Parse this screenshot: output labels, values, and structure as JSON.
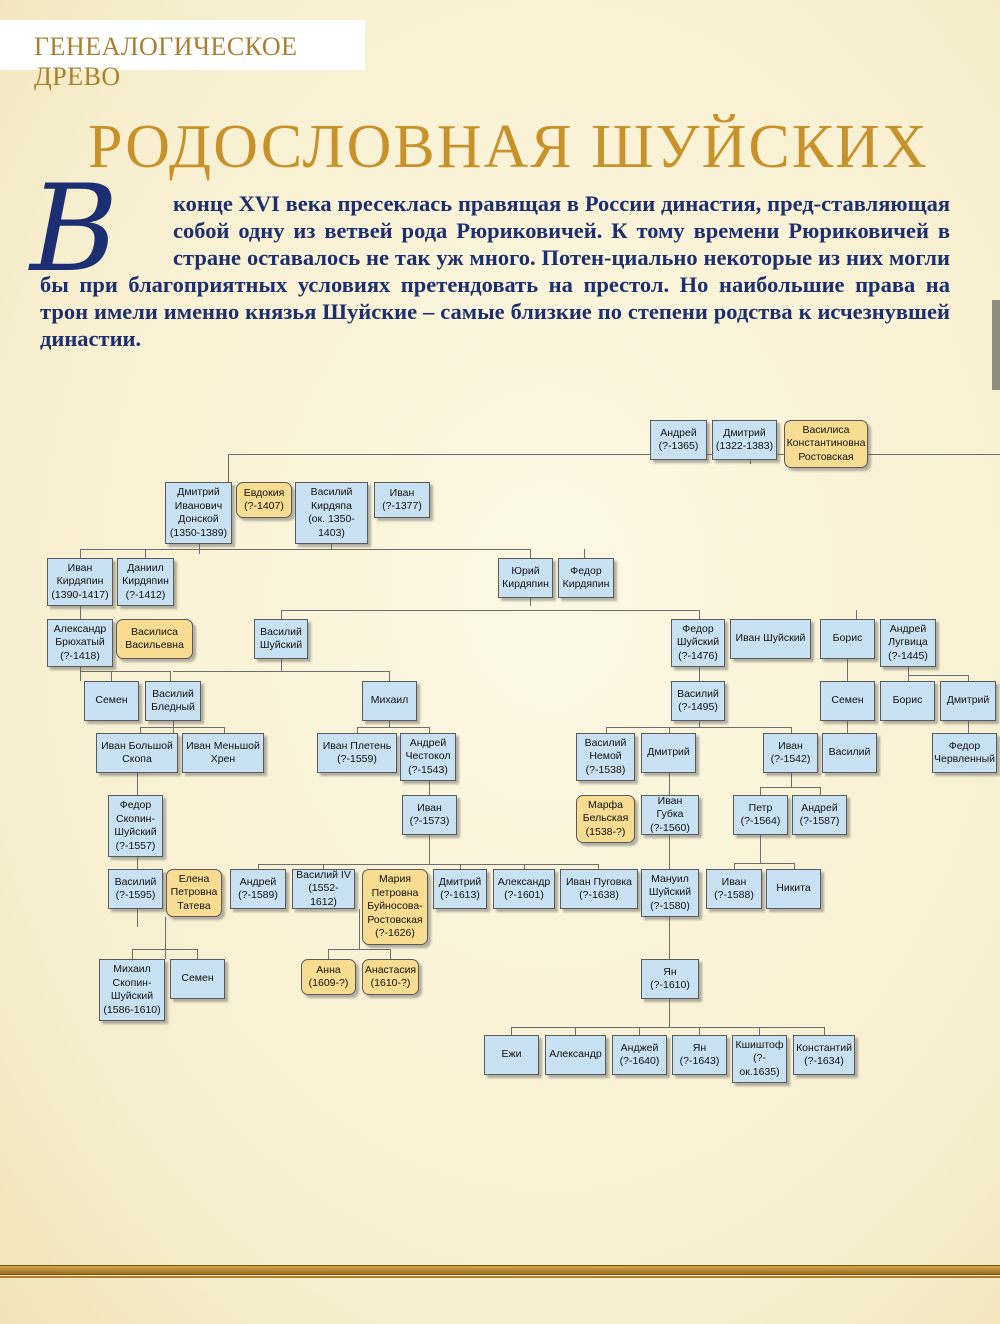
{
  "header": {
    "section": "ГЕНЕАЛОГИЧЕСКОЕ ДРЕВО"
  },
  "title": "РОДОСЛОВНАЯ ШУЙСКИХ",
  "intro": {
    "drop_cap": "В",
    "text": "конце XVI века пресеклась правящая в России династия, пред-ставляющая собой одну из ветвей рода Рюриковичей. К тому времени Рюриковичей в стране оставалось не так уж много. Потен-циально некоторые из них могли бы при благоприятных условиях претендовать на престол. Но наибольшие права на трон имели именно князья Шуйские – самые близкие по степени родства к исчезнувшей династии."
  },
  "colors": {
    "male": "#c9e2f3",
    "female": "#f7dc92",
    "title": "#c8922b",
    "text": "#1d2f6e"
  },
  "tree": {
    "nodes": [
      {
        "id": "andrey1",
        "text": "Андрей\n(?-1365)",
        "sex": "m"
      },
      {
        "id": "dmitry1",
        "text": "Дмитрий\n(1322-1383)",
        "sex": "m"
      },
      {
        "id": "vasilisa_k",
        "text": "Василиса\nКонстантиновна\nРостовская",
        "sex": "f"
      },
      {
        "id": "dmitry_donskoy",
        "text": "Дмитрий\nИванович\nДонской\n(1350-1389)",
        "sex": "m"
      },
      {
        "id": "evdokia",
        "text": "Евдокия\n(?-1407)",
        "sex": "f"
      },
      {
        "id": "vasily_kirdyapa",
        "text": "Василий\nКирдяпа\n(ок. 1350-\n1403)",
        "sex": "m"
      },
      {
        "id": "ivan1377",
        "text": "Иван\n(?-1377)",
        "sex": "m"
      },
      {
        "id": "ivan_kird",
        "text": "Иван\nКирдяпин\n(1390-1417)",
        "sex": "m"
      },
      {
        "id": "daniil_kird",
        "text": "Даниил\nКирдяпин\n(?-1412)",
        "sex": "m"
      },
      {
        "id": "yury_kird",
        "text": "Юрий\nКирдяпин",
        "sex": "m"
      },
      {
        "id": "fedor_kird",
        "text": "Федор\nКирдяпин",
        "sex": "m"
      },
      {
        "id": "alex_bryuh",
        "text": "Александр\nБрюхатый\n(?-1418)",
        "sex": "m"
      },
      {
        "id": "vasilisa_v",
        "text": "Василиса\nВасильевна",
        "sex": "f"
      },
      {
        "id": "vasily_shuy",
        "text": "Василий\nШуйский",
        "sex": "m"
      },
      {
        "id": "fedor_shuy",
        "text": "Федор\nШуйский\n(?-1476)",
        "sex": "m"
      },
      {
        "id": "ivan_shuy",
        "text": "Иван Шуйский",
        "sex": "m"
      },
      {
        "id": "boris1",
        "text": "Борис",
        "sex": "m"
      },
      {
        "id": "andrey_lugv",
        "text": "Андрей\nЛугвица\n(?-1445)",
        "sex": "m"
      },
      {
        "id": "semen1",
        "text": "Семен",
        "sex": "m"
      },
      {
        "id": "vasily_bled",
        "text": "Василий\nБледный",
        "sex": "m"
      },
      {
        "id": "mikhail1",
        "text": "Михаил",
        "sex": "m"
      },
      {
        "id": "vasily1495",
        "text": "Василий\n(?-1495)",
        "sex": "m"
      },
      {
        "id": "semen2",
        "text": "Семен",
        "sex": "m"
      },
      {
        "id": "boris2",
        "text": "Борис",
        "sex": "m"
      },
      {
        "id": "dmitry2",
        "text": "Дмитрий",
        "sex": "m"
      },
      {
        "id": "ivan_bolsh",
        "text": "Иван Большой\nСкопа",
        "sex": "m"
      },
      {
        "id": "ivan_mensh",
        "text": "Иван Меньшой\nХрен",
        "sex": "m"
      },
      {
        "id": "ivan_plet",
        "text": "Иван Плетень\n(?-1559)",
        "sex": "m"
      },
      {
        "id": "andrey_chest",
        "text": "Андрей\nЧестокол\n(?-1543)",
        "sex": "m"
      },
      {
        "id": "vasily_nemoy",
        "text": "Василий\nНемой\n(?-1538)",
        "sex": "m"
      },
      {
        "id": "dmitry3",
        "text": "Дмитрий",
        "sex": "m"
      },
      {
        "id": "ivan1542",
        "text": "Иван\n(?-1542)",
        "sex": "m"
      },
      {
        "id": "vasily3",
        "text": "Василий",
        "sex": "m"
      },
      {
        "id": "fedor_cherv",
        "text": "Федор\nЧервленный",
        "sex": "m"
      },
      {
        "id": "fedor_skopin",
        "text": "Федор\nСкопин-\nШуйский\n(?-1557)",
        "sex": "m"
      },
      {
        "id": "ivan1573",
        "text": "Иван\n(?-1573)",
        "sex": "m"
      },
      {
        "id": "marfa",
        "text": "Марфа\nБельская\n(1538-?)",
        "sex": "f"
      },
      {
        "id": "ivan_gubka",
        "text": "Иван Губка\n(?-1560)",
        "sex": "m"
      },
      {
        "id": "petr",
        "text": "Петр\n(?-1564)",
        "sex": "m"
      },
      {
        "id": "andrey1587",
        "text": "Андрей\n(?-1587)",
        "sex": "m"
      },
      {
        "id": "vasily1595",
        "text": "Василий\n(?-1595)",
        "sex": "m"
      },
      {
        "id": "elena",
        "text": "Елена\nПетровна\nТатева",
        "sex": "f"
      },
      {
        "id": "andrey1589",
        "text": "Андрей\n(?-1589)",
        "sex": "m"
      },
      {
        "id": "vasily4",
        "text": "Василий IV\n(1552-1612)",
        "sex": "m"
      },
      {
        "id": "maria",
        "text": "Мария\nПетровна\nБуйносова-\nРостовская\n(?-1626)",
        "sex": "f"
      },
      {
        "id": "dmitry1613",
        "text": "Дмитрий\n(?-1613)",
        "sex": "m"
      },
      {
        "id": "alex1601",
        "text": "Александр\n(?-1601)",
        "sex": "m"
      },
      {
        "id": "ivan_pug",
        "text": "Иван Пуговка\n(?-1638)",
        "sex": "m"
      },
      {
        "id": "manuil",
        "text": "Мануил\nШуйский\n(?-1580)",
        "sex": "m"
      },
      {
        "id": "ivan1588",
        "text": "Иван\n(?-1588)",
        "sex": "m"
      },
      {
        "id": "nikita",
        "text": "Никита",
        "sex": "m"
      },
      {
        "id": "mikhail_skopin",
        "text": "Михаил\nСкопин-\nШуйский\n(1586-1610)",
        "sex": "m"
      },
      {
        "id": "semen3",
        "text": "Семен",
        "sex": "m"
      },
      {
        "id": "anna",
        "text": "Анна\n(1609-?)",
        "sex": "f"
      },
      {
        "id": "anastasia",
        "text": "Анастасия\n(1610-?)",
        "sex": "f"
      },
      {
        "id": "yan1610",
        "text": "Ян\n(?-1610)",
        "sex": "m"
      },
      {
        "id": "ezhi",
        "text": "Ежи",
        "sex": "m"
      },
      {
        "id": "alex2",
        "text": "Александр",
        "sex": "m"
      },
      {
        "id": "andzhey",
        "text": "Анджей\n(?-1640)",
        "sex": "m"
      },
      {
        "id": "yan1643",
        "text": "Ян\n(?-1643)",
        "sex": "m"
      },
      {
        "id": "kshishtof",
        "text": "Кшиштоф\n(?-\nок.1635)",
        "sex": "m"
      },
      {
        "id": "konst",
        "text": "Константий\n(?-1634)",
        "sex": "m"
      }
    ]
  }
}
